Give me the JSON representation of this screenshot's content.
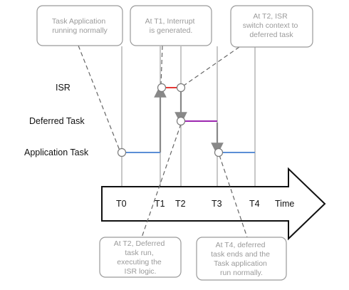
{
  "colors": {
    "isr_segment": "#e53935",
    "deferred_segment": "#9c27b0",
    "app_segment": "#5b8fd6",
    "guide_lines": "#b0b0b0",
    "callout_border": "#9a9a9a",
    "callout_text": "#9a9a9a"
  },
  "rows": {
    "isr": "ISR",
    "deferred": "Deferred Task",
    "application": "Application Task"
  },
  "axis": {
    "label": "Time",
    "ticks": [
      "T0",
      "T1",
      "T2",
      "T3",
      "T4"
    ]
  },
  "callouts": {
    "c0": [
      "Task Application",
      "running normally"
    ],
    "c1": [
      "At T1, Interrupt",
      "is generated."
    ],
    "c2": [
      "At T2, ISR",
      "switch context to",
      "deferred task"
    ],
    "c3": [
      "At T2, Deferred",
      "task run,",
      "executing the",
      "ISR logic."
    ],
    "c4": [
      "At T4, deferred",
      "task ends and the",
      "Task application",
      "run normally."
    ]
  }
}
